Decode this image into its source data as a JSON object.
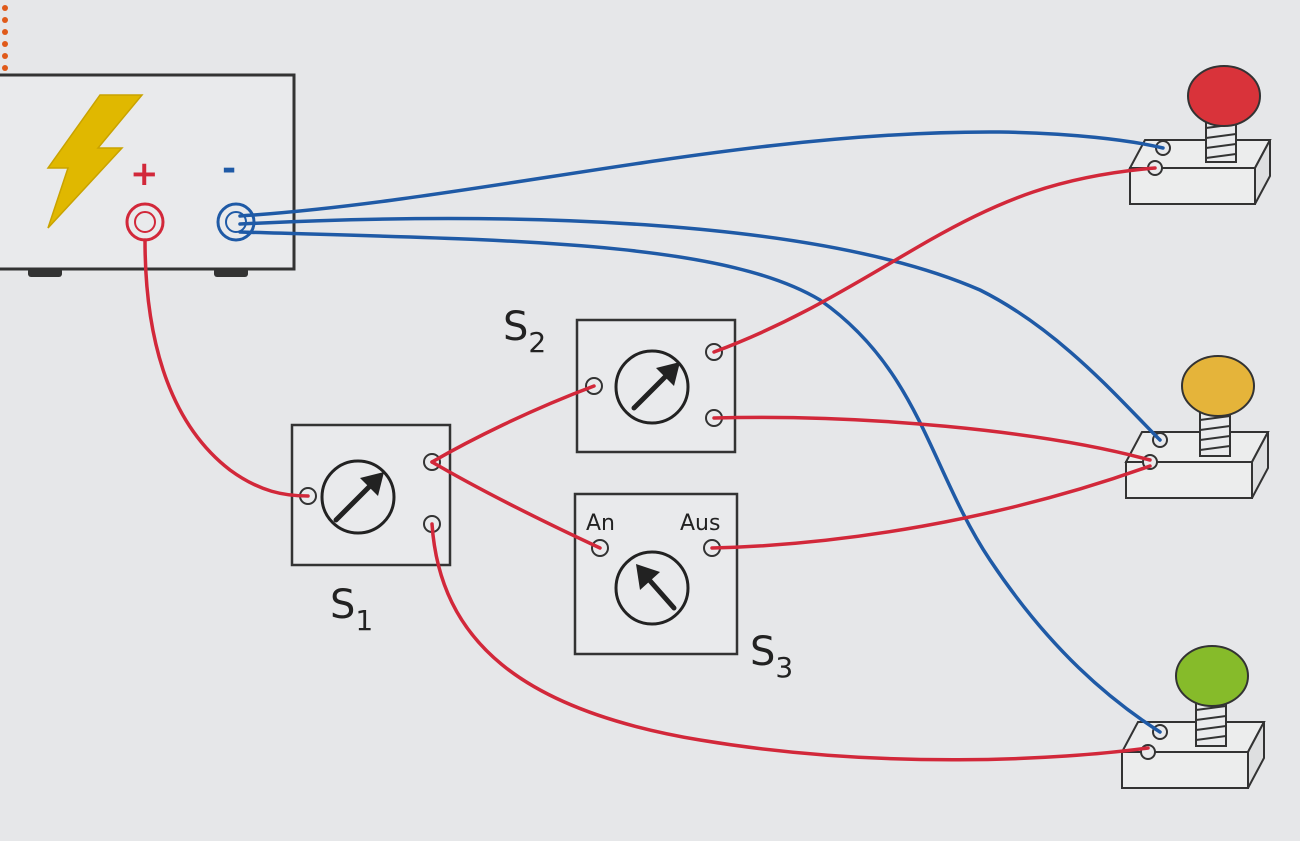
{
  "colors": {
    "paper": "#e6e7e9",
    "line": "#333333",
    "wire_red": "#d2283a",
    "wire_blue": "#1f5aa6",
    "bolt": "#e0b800",
    "dots": "#e05a1a",
    "lamp_red": "#d9333a",
    "lamp_yellow": "#e5b43a",
    "lamp_green": "#86bb2a"
  },
  "power_supply": {
    "plus_symbol": "+",
    "minus_symbol": "-",
    "icon": "lightning-bolt-icon"
  },
  "switches": {
    "s1": {
      "letter": "S",
      "index": "1"
    },
    "s2": {
      "letter": "S",
      "index": "2"
    },
    "s3": {
      "letter": "S",
      "index": "3",
      "on_label": "An",
      "off_label": "Aus"
    }
  },
  "lamps": [
    {
      "id": "red",
      "color": "#d9333a"
    },
    {
      "id": "yellow",
      "color": "#e5b43a"
    },
    {
      "id": "green",
      "color": "#86bb2a"
    }
  ]
}
